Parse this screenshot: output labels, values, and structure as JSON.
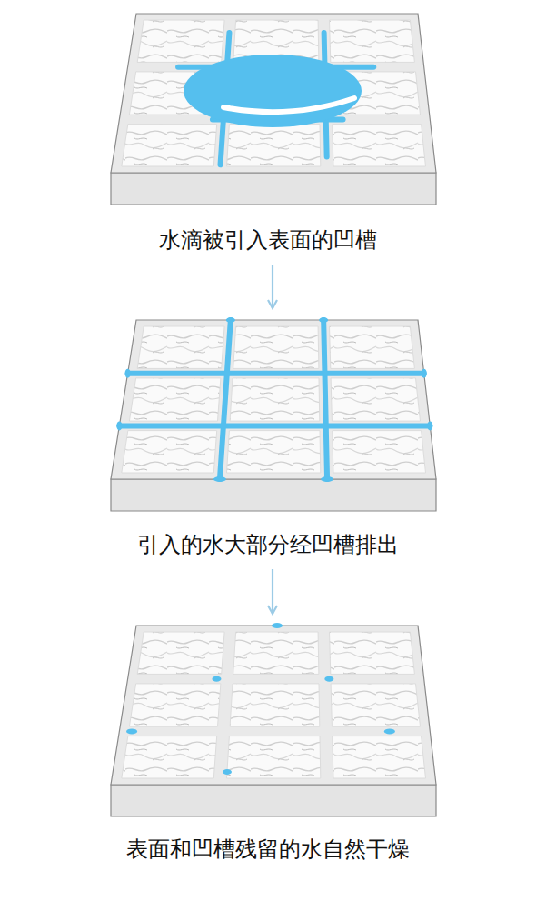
{
  "diagram": {
    "nodes": [
      {
        "text": [
          "水滴被引入表面的凹槽"
        ]
      },
      {
        "text": [
          "引入的水大部分经凹槽排出"
        ]
      },
      {
        "text": [
          "表面和凹槽残留的水自然干燥"
        ]
      }
    ],
    "edges": [
      {
        "from": 0,
        "to": 1,
        "arrow": "to"
      },
      {
        "from": 1,
        "to": 2,
        "arrow": "to"
      }
    ]
  }
}
